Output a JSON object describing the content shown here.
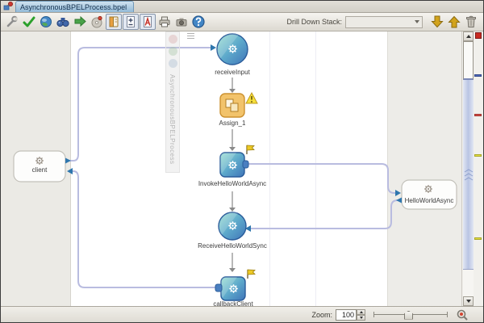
{
  "window": {
    "tab_title": "AsynchronousBPELProcess.bpel"
  },
  "toolbar": {
    "icons": [
      "wrench-icon",
      "validate-check-icon",
      "deploy-globe-icon",
      "find-binoculars-icon",
      "refresh-green-icon",
      "disc-icon",
      "source-book-icon",
      "variables-doc-icon",
      "report-icon",
      "print-icon",
      "snapshot-camera-icon",
      "help-icon"
    ],
    "pressed_icons": [
      "source-book-icon",
      "variables-doc-icon",
      "report-icon"
    ],
    "drill_down_label": "Drill Down Stack:",
    "drill_combo_value": "",
    "right_icons": [
      "drill-down-arrow-icon",
      "drill-up-arrow-icon",
      "trash-icon"
    ]
  },
  "canvas": {
    "watermark_text": "AsynchronousBPELProcess",
    "nodes": {
      "receive_input": {
        "label": "receiveInput",
        "type": "receive"
      },
      "assign": {
        "label": "Assign_1",
        "type": "assign",
        "warning": true
      },
      "invoke": {
        "label": "InvokeHelloWorldAsync",
        "type": "invoke",
        "flag": true
      },
      "receive_sync": {
        "label": "ReceiveHelloWorldSync",
        "type": "receive"
      },
      "callback": {
        "label": "callbackClient",
        "type": "invoke",
        "flag": true
      }
    },
    "partner_links": {
      "client": {
        "label": "client"
      },
      "hello_world_async": {
        "label": "HelloWorldAsync"
      }
    }
  },
  "error_stripe": {
    "status_style": "background:#c92b22",
    "markers": [
      {
        "style": "top:53px;background:#4a66bb"
      },
      {
        "style": "top:102px;background:#d94a44"
      },
      {
        "style": "top:152px;background:#e3df3c"
      },
      {
        "style": "top:255px;background:#e3df3c"
      }
    ]
  },
  "statusbar": {
    "zoom_label": "Zoom:",
    "zoom_value": "100"
  },
  "colors": {
    "connector": "#b9bce0",
    "arrowhead": "#2e76ad",
    "node_blue_dark": "#3f74b8",
    "node_teal": "#9adfd2",
    "assign_orange": "#f2c36b",
    "flag_yellow": "#ecc925",
    "warning_yellow": "#f6e03c",
    "tab_selected": "#92b9d6"
  }
}
